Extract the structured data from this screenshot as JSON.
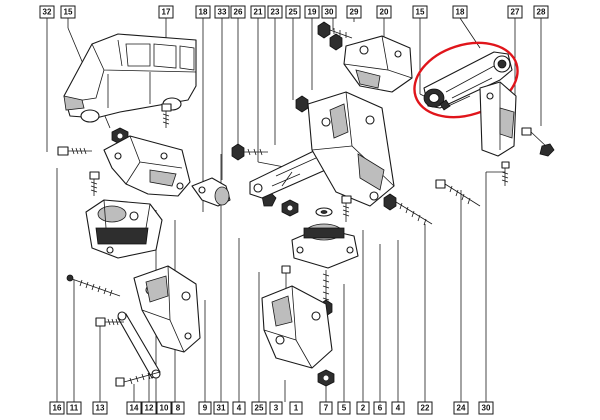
{
  "callouts_top": [
    {
      "id": "c32",
      "label": "32"
    },
    {
      "id": "c15a",
      "label": "15"
    },
    {
      "id": "c17",
      "label": "17"
    },
    {
      "id": "c18a",
      "label": "18"
    },
    {
      "id": "c33",
      "label": "33"
    },
    {
      "id": "c26",
      "label": "26"
    },
    {
      "id": "c21",
      "label": "21"
    },
    {
      "id": "c23",
      "label": "23"
    },
    {
      "id": "c25",
      "label": "25"
    },
    {
      "id": "c19",
      "label": "19"
    },
    {
      "id": "c30",
      "label": "30"
    },
    {
      "id": "c29",
      "label": "29"
    },
    {
      "id": "c20",
      "label": "20"
    },
    {
      "id": "c15b",
      "label": "15"
    },
    {
      "id": "c18b",
      "label": "18"
    },
    {
      "id": "c27",
      "label": "27"
    },
    {
      "id": "c28",
      "label": "28"
    }
  ],
  "callouts_bottom": [
    {
      "id": "c16",
      "label": "16"
    },
    {
      "id": "c11",
      "label": "11"
    },
    {
      "id": "c13",
      "label": "13"
    },
    {
      "id": "c14",
      "label": "14"
    },
    {
      "id": "c12",
      "label": "12"
    },
    {
      "id": "c10",
      "label": "10"
    },
    {
      "id": "c8",
      "label": "8"
    },
    {
      "id": "c9",
      "label": "9"
    },
    {
      "id": "c31",
      "label": "31"
    },
    {
      "id": "c4",
      "label": "4"
    },
    {
      "id": "c25b",
      "label": "25"
    },
    {
      "id": "c3",
      "label": "3"
    },
    {
      "id": "c1",
      "label": "1"
    },
    {
      "id": "c7",
      "label": "7"
    },
    {
      "id": "c5",
      "label": "5"
    },
    {
      "id": "c2",
      "label": "2"
    },
    {
      "id": "c6",
      "label": "6"
    },
    {
      "id": "c4b",
      "label": "4"
    },
    {
      "id": "c22",
      "label": "22"
    },
    {
      "id": "c24",
      "label": "24"
    },
    {
      "id": "c30b",
      "label": "30"
    }
  ],
  "highlight": {
    "color": "#e0151b",
    "target": "upper torque rod (18)"
  }
}
